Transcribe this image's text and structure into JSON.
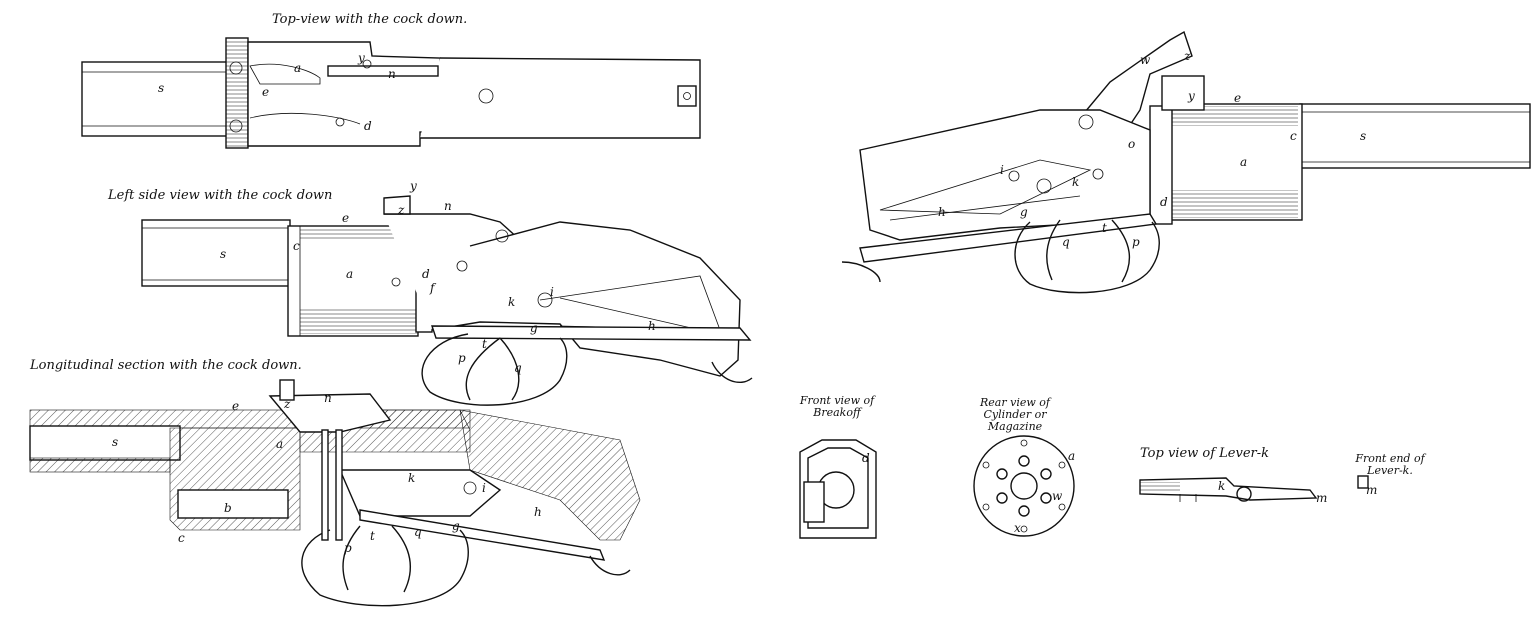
{
  "captions": {
    "top_view": "Top-view with the cock down.",
    "left_side_view": "Left side view with the cock down",
    "longitudinal_section": "Longitudinal section with the cock down.",
    "front_breakoff": "Front view of Breakoff",
    "rear_cylinder": "Rear view of Cylinder or Magazine",
    "top_lever": "Top view of Lever-k",
    "front_lever": "Front end of Lever-k."
  },
  "labels": {
    "top_view": [
      "s",
      "a",
      "n",
      "e",
      "d",
      "y"
    ],
    "left_side": [
      "s",
      "e",
      "c",
      "a",
      "d",
      "f",
      "n",
      "y",
      "z",
      "k",
      "i",
      "g",
      "h",
      "p",
      "t",
      "q"
    ],
    "section": [
      "s",
      "e",
      "a",
      "b",
      "c",
      "n",
      "z",
      "k",
      "i",
      "h",
      "p",
      "t",
      "q",
      "g"
    ],
    "right_view": [
      "w",
      "z",
      "y",
      "e",
      "c",
      "a",
      "s",
      "o",
      "i",
      "h",
      "g",
      "k",
      "d",
      "p",
      "t",
      "q"
    ],
    "breakoff": [
      "d"
    ],
    "cylinder": [
      "a",
      "w",
      "x"
    ],
    "lever_top": [
      "k",
      "m"
    ],
    "lever_front": [
      "m"
    ]
  }
}
